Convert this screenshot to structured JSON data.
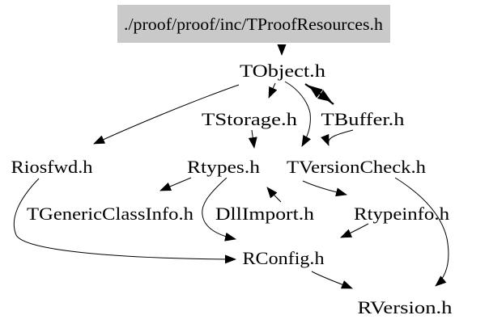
{
  "diagram": {
    "type": "include-dependency-graph",
    "root_file": "./proof/proof/inc/TProofResources.h",
    "nodes": {
      "root": "./proof/proof/inc/TProofResources.h",
      "tobject": "TObject.h",
      "tstorage": "TStorage.h",
      "tbuffer": "TBuffer.h",
      "riosfwd": "Riosfwd.h",
      "rtypes": "Rtypes.h",
      "tversioncheck": "TVersionCheck.h",
      "tgenericclassinfo": "TGenericClassInfo.h",
      "dllimport": "DllImport.h",
      "rtypeinfo": "Rtypeinfo.h",
      "rconfig": "RConfig.h",
      "rversion": "RVersion.h"
    },
    "edges": [
      {
        "from": "./proof/proof/inc/TProofResources.h",
        "to": "TObject.h"
      },
      {
        "from": "TObject.h",
        "to": "Riosfwd.h"
      },
      {
        "from": "TObject.h",
        "to": "TStorage.h"
      },
      {
        "from": "TObject.h",
        "to": "TBuffer.h"
      },
      {
        "from": "TBuffer.h",
        "to": "TObject.h"
      },
      {
        "from": "TObject.h",
        "to": "TVersionCheck.h"
      },
      {
        "from": "TBuffer.h",
        "to": "TVersionCheck.h"
      },
      {
        "from": "TStorage.h",
        "to": "Rtypes.h"
      },
      {
        "from": "Rtypes.h",
        "to": "TGenericClassInfo.h"
      },
      {
        "from": "DllImport.h",
        "to": "Rtypes.h"
      },
      {
        "from": "Rtypes.h",
        "to": "RConfig.h"
      },
      {
        "from": "TVersionCheck.h",
        "to": "Rtypeinfo.h"
      },
      {
        "from": "Rtypeinfo.h",
        "to": "RConfig.h"
      },
      {
        "from": "Riosfwd.h",
        "to": "RConfig.h"
      },
      {
        "from": "RConfig.h",
        "to": "RVersion.h"
      },
      {
        "from": "TVersionCheck.h",
        "to": "RVersion.h"
      }
    ],
    "colors": {
      "root_bg": "#c9c9c9",
      "line": "#000000",
      "background": "#ffffff"
    }
  }
}
